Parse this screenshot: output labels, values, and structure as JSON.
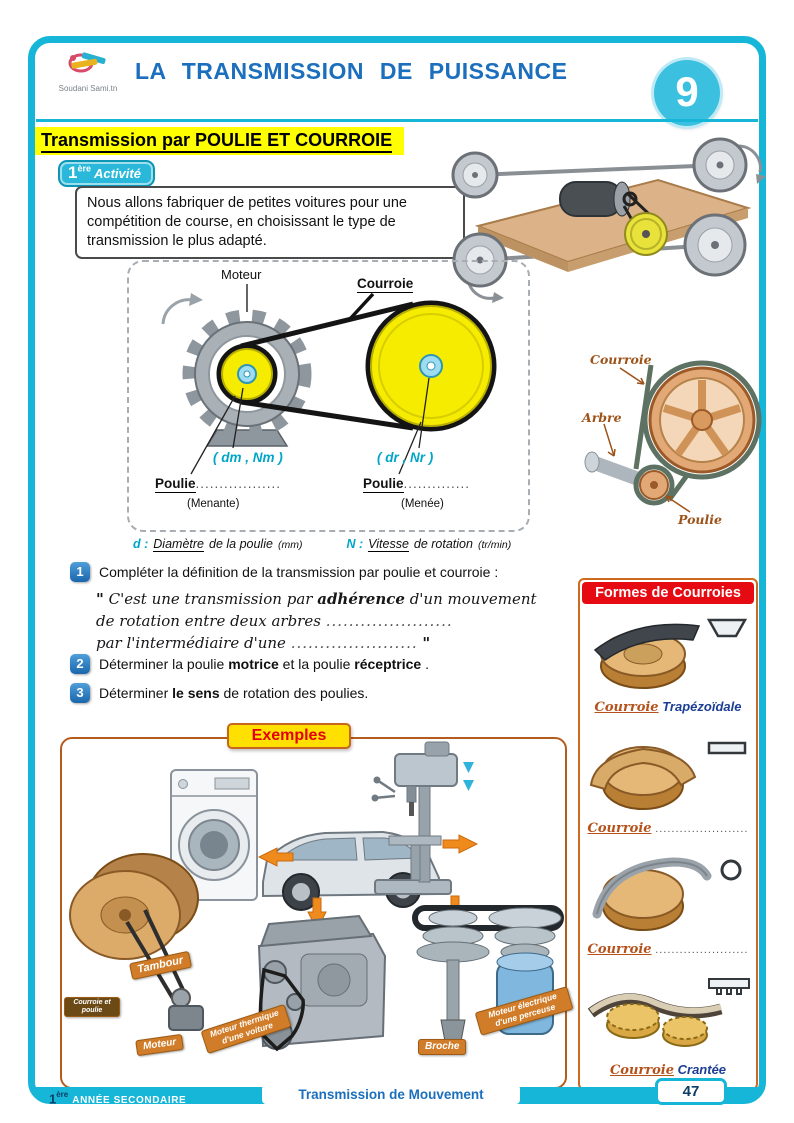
{
  "header": {
    "logo_text": "Soudani Sami.tn",
    "title": "LA TRANSMISSION DE PUISSANCE",
    "lesson_number": "9"
  },
  "section_title": "Transmission par POULIE ET COURROIE",
  "activity": {
    "number": "1",
    "ordinal": "ère",
    "label": "Activité"
  },
  "intro_text": "Nous allons fabriquer de petites voitures pour une compétition de course, en choisissant le type de transmission le plus adapté.",
  "diagram": {
    "moteur_label": "Moteur",
    "courroie_label": "Courroie",
    "driver_params": "( dm , Nm )",
    "driven_params": "( dr , Nr )",
    "poulie_label_left": "Poulie",
    "dots_left": "..................",
    "menante": "(Menante)",
    "poulie_label_right": "Poulie",
    "dots_right": "..............",
    "menee": "(Menée)"
  },
  "legend": {
    "d_symbol": "d :",
    "d_term": "Diamètre",
    "d_text": "de la poulie",
    "d_unit": "(mm)",
    "n_symbol": "N :",
    "n_term": "Vitesse",
    "n_text": "de rotation",
    "n_unit": "(tr/min)"
  },
  "side_figure": {
    "courroie": "Courroie",
    "arbre": "Arbre",
    "poulie": "Poulie"
  },
  "questions": {
    "q1_number": "1",
    "q1_text": "Compléter la définition de la transmission par poulie et courroie :",
    "q2_number": "2",
    "q2_part1": "Déterminer la poulie",
    "q2_bold1": "motrice",
    "q2_part2": "et la poulie",
    "q2_bold2": "réceptrice",
    "q2_end": ".",
    "q3_number": "3",
    "q3_part1": "Déterminer",
    "q3_bold": "le sens",
    "q3_part2": "de rotation des poulies."
  },
  "definition": {
    "open_quote": "\"",
    "line1_a": "C'est une transmission par",
    "line1_b": "adhérence",
    "line1_c": "d'un mouvement",
    "line2_a": "de rotation entre deux arbres",
    "line2_dots": "......................",
    "line3_a": "par l'intermédiaire d'une",
    "line3_dots": "......................",
    "close_quote": "\""
  },
  "exemples": {
    "title": "Exemples",
    "tag_tambour": "Tambour",
    "tag_courroie_poulie": "Courroie et poulie",
    "tag_moteur": "Moteur",
    "tag_moteur_voiture": "Moteur thermique d'une voiture",
    "tag_broche": "Broche",
    "tag_moteur_perceuse": "Moteur électrique d'une perceuse"
  },
  "formes": {
    "title": "Formes de Courroies",
    "items": [
      {
        "prefix": "Courroie",
        "name": "Trapézoïdale"
      },
      {
        "prefix": "Courroie",
        "name": "......................."
      },
      {
        "prefix": "Courroie",
        "name": "......................."
      },
      {
        "prefix": "Courroie",
        "name": "Crantée"
      }
    ]
  },
  "footer": {
    "grade_number": "1",
    "grade_ordinal": "ère",
    "grade_text": "ANNÉE SECONDAIRE",
    "center_text": "Transmission de Mouvement",
    "page_number": "47"
  }
}
